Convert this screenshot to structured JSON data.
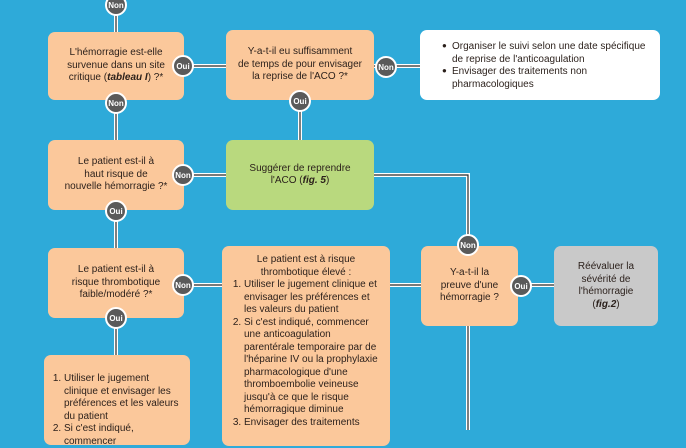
{
  "colors": {
    "background": "#2eaad9",
    "decision_box": "#fbc89b",
    "recommend_box": "#b9d97e",
    "reassess_box": "#c9c9c9",
    "badge": "#5a5a5a"
  },
  "labels": {
    "yes": "Oui",
    "no": "Non"
  },
  "boxes": {
    "site_critique": {
      "line1": "L'hémorragie est-elle",
      "line2": "survenue dans un site",
      "line3_pre": "critique (",
      "line3_em": "tableau I",
      "line3_post": ") ?*"
    },
    "temps_suffisant": {
      "line1": "Y-a-t-il eu suffisamment",
      "line2": "de temps de pour envisager",
      "line3": "la reprise de l'ACO ?*"
    },
    "organiser": {
      "items": [
        "Organiser le suivi selon une date spécifique de reprise de l'anticoagulation",
        "Envisager des traitements non pharmacologiques"
      ]
    },
    "haut_risque": {
      "line1": "Le patient est-il à",
      "line2": "haut risque de",
      "line3": "nouvelle hémorragie ?*"
    },
    "reprendre": {
      "line1": "Suggérer de reprendre",
      "line2_pre": "l'ACO (",
      "line2_em": "fig. 5",
      "line2_post": ")"
    },
    "risque_faible": {
      "line1": "Le patient est-il à",
      "line2": "risque thrombotique",
      "line3": "faible/modéré ?*"
    },
    "risque_eleve": {
      "intro1": "Le patient est à risque",
      "intro2": "thrombotique élevé :",
      "items": [
        "Utiliser le jugement clinique et envisager les préférences et les valeurs du patient",
        "Si c'est indiqué, commencer une anticoagulation parentérale temporaire par de l'héparine IV ou la prophylaxie pharmacologique d'une thromboembolie veineuse jusqu'à ce que le risque hémorragique diminue",
        "Envisager des traitements"
      ]
    },
    "preuve": {
      "line1": "Y-a-t-il la",
      "line2": "preuve d'une",
      "line3": "hémorragie ?"
    },
    "reevaluer": {
      "line1": "Réévaluer la",
      "line2": "sévérité de",
      "line3": "l'hémorragie",
      "line4_pre": "(",
      "line4_em": "fig.2",
      "line4_post": ")"
    },
    "jugement": {
      "items": [
        "Utiliser le jugement clinique et envisager les préférences et les valeurs du patient",
        "Si c'est indiqué, commencer"
      ]
    }
  }
}
